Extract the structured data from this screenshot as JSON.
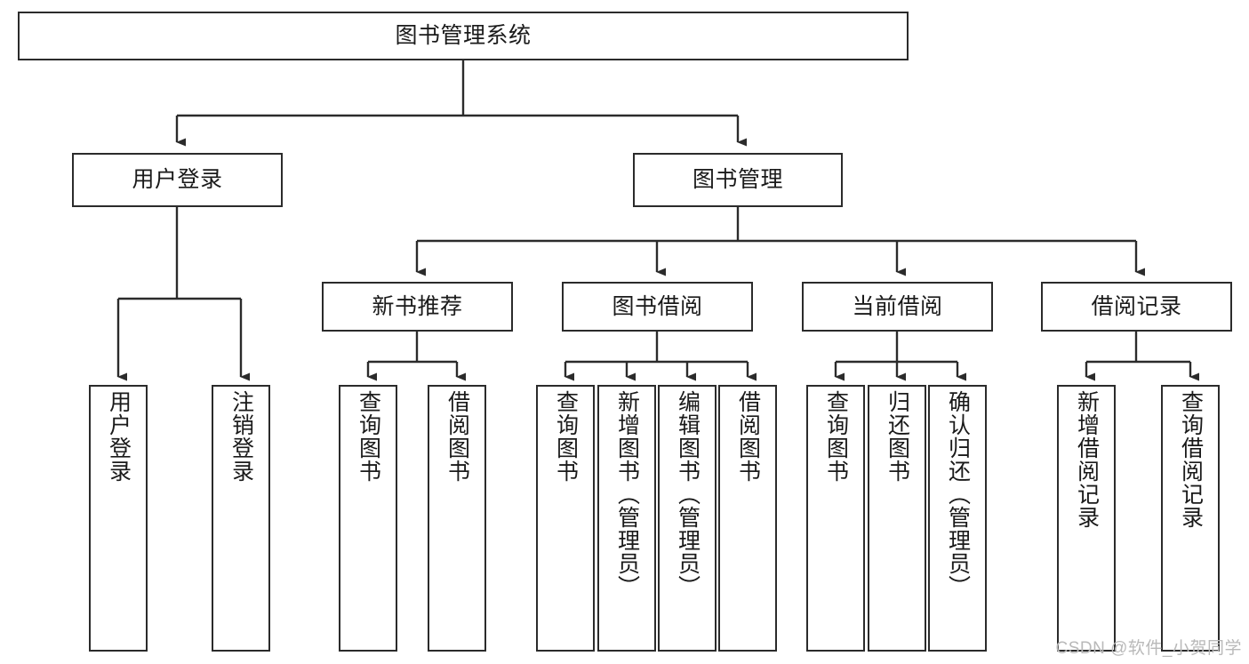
{
  "diagram": {
    "title_node": {
      "label": "图书管理系统"
    },
    "level1": [
      {
        "label": "用户登录"
      },
      {
        "label": "图书管理"
      }
    ],
    "level2": [
      {
        "label": "新书推荐"
      },
      {
        "label": "图书借阅"
      },
      {
        "label": "当前借阅"
      },
      {
        "label": "借阅记录"
      }
    ],
    "leaves": {
      "user_login": [
        {
          "label": "用户登录"
        },
        {
          "label": "注销登录"
        }
      ],
      "new_book": [
        {
          "label": "查询图书"
        },
        {
          "label": "借阅图书"
        }
      ],
      "borrow_book": [
        {
          "label": "查询图书"
        },
        {
          "label": "新增图书（管理员）"
        },
        {
          "label": "编辑图书（管理员）"
        },
        {
          "label": "借阅图书"
        }
      ],
      "current_borrow": [
        {
          "label": "查询图书"
        },
        {
          "label": "归还图书"
        },
        {
          "label": "确认归还（管理员）"
        }
      ],
      "borrow_record": [
        {
          "label": "新增借阅记录"
        },
        {
          "label": "查询借阅记录"
        }
      ]
    }
  },
  "watermark": {
    "text": "CSDN @软件_小贺同学"
  },
  "colors": {
    "stroke": "#2b2b2b",
    "fill": "#ffffff",
    "text": "#1a1a1a",
    "watermark": "#b9b9b9"
  }
}
